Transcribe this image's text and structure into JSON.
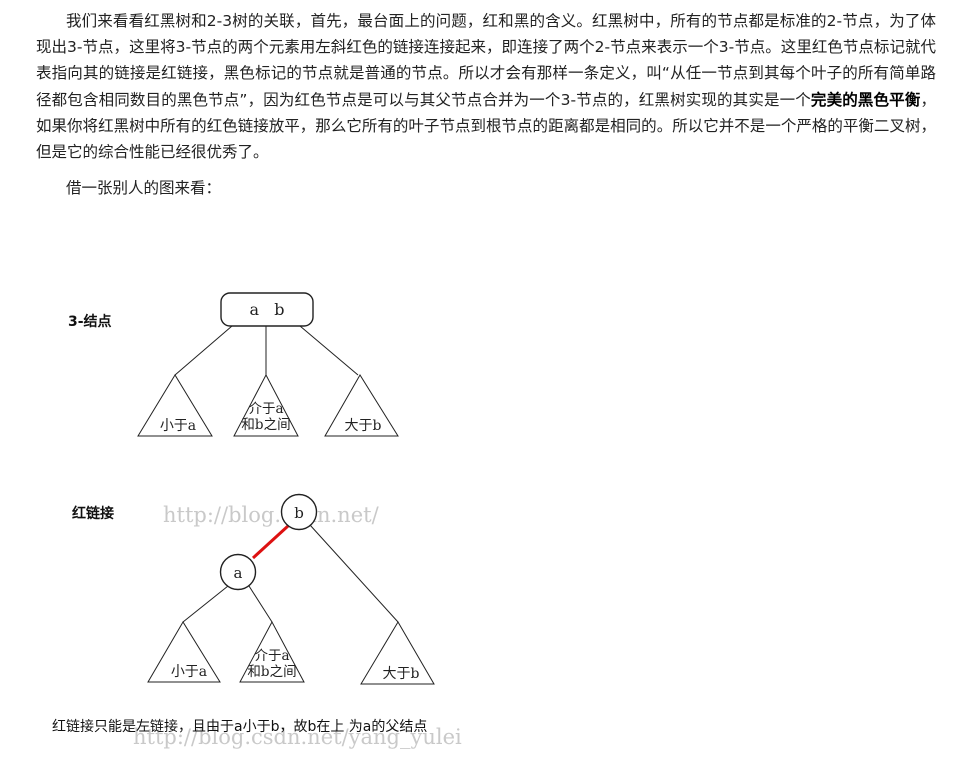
{
  "article": {
    "paragraph1_part1": "我们来看看红黑树和2-3树的关联，首先，最台面上的问题，红和黑的含义。红黑树中，所有的节点都是标准的2-节点，为了体现出3-节点，这里将3-节点的两个元素用左斜红色的链接连接起来，即连接了两个2-节点来表示一个3-节点。这里红色节点标记就代表指向其的链接是红链接，黑色标记的节点就是普通的节点。所以才会有那样一条定义，叫“从任一节点到其每个叶子的所有简单路径都包含相同数目的黑色节点”，因为红色节点是可以与其父节点合并为一个3-节点的，红黑树实现的其实是一个",
    "paragraph1_bold": "完美的黑色平衡",
    "paragraph1_part2": "，如果你将红黑树中所有的红色链接放平，那么它所有的叶子节点到根节点的距离都是相同的。所以它并不是一个严格的平衡二叉树，但是它的综合性能已经很优秀了。",
    "paragraph2": "借一张别人的图来看："
  },
  "figure": {
    "three_node": {
      "label": "3-结点",
      "node_text": "a   b",
      "left_subtree": "小于a",
      "middle_subtree_line1": "介于a",
      "middle_subtree_line2": "和b之间",
      "right_subtree": "大于b"
    },
    "red_link": {
      "label": "红链接",
      "root_node": "b",
      "child_node": "a",
      "left_subtree": "小于a",
      "middle_subtree_line1": "介于a",
      "middle_subtree_line2": "和b之间",
      "right_subtree": "大于b",
      "caption": "红链接只能是左链接，且由于a小于b，故b在上 为a的父结点"
    },
    "watermark_1": "http://blog.csdn.net/",
    "watermark_2": "http://blog.csdn.net/yang_yulei",
    "colors": {
      "red_link": "#dd1111",
      "line": "#222222"
    }
  }
}
